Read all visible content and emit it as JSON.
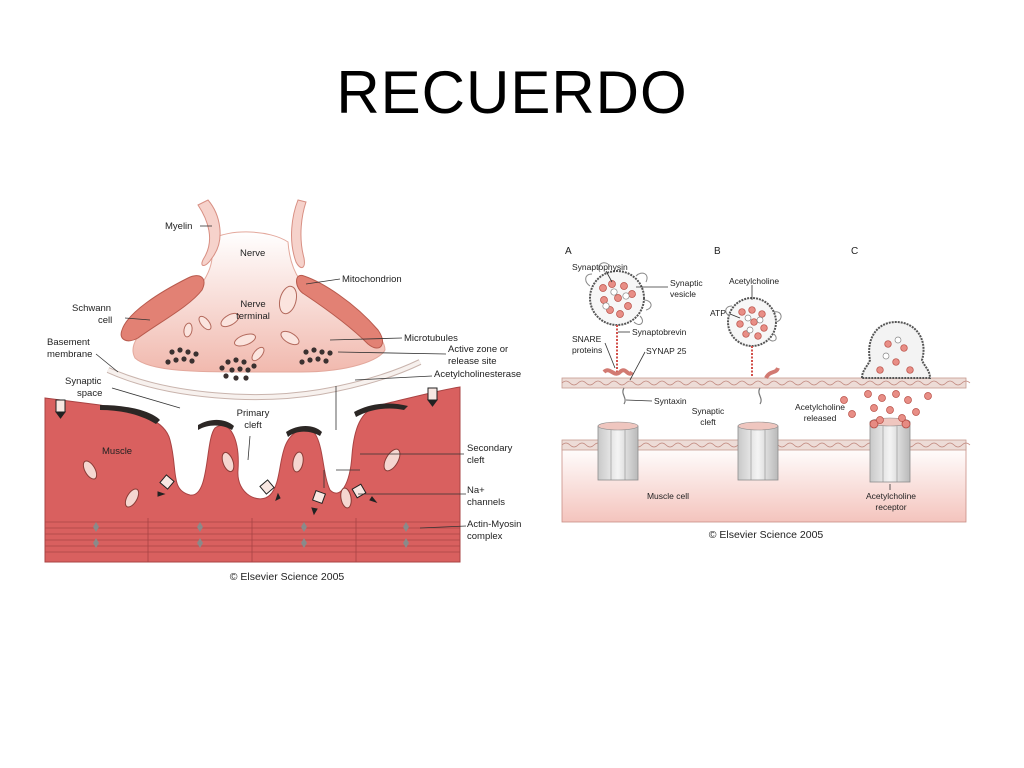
{
  "slide": {
    "title": "RECUERDO"
  },
  "left_figure": {
    "labels": {
      "myelin": "Myelin",
      "nerve": "Nerve",
      "mitochondrion": "Mitochondrion",
      "schwann_line1": "Schwann",
      "schwann_line2": "cell",
      "nerve_terminal_line1": "Nerve",
      "nerve_terminal_line2": "terminal",
      "microtubules": "Microtubules",
      "basement_line1": "Basement",
      "basement_line2": "membrane",
      "active_zone_line1": "Active zone or",
      "active_zone_line2": "release site",
      "synaptic_space_line1": "Synaptic",
      "synaptic_space_line2": "space",
      "acetylcholinesterase": "Acetylcholinesterase",
      "primary_cleft_line1": "Primary",
      "primary_cleft_line2": "cleft",
      "muscle": "Muscle",
      "secondary_cleft_line1": "Secondary",
      "secondary_cleft_line2": "cleft",
      "na_channels_line1": "Na+",
      "na_channels_line2": "channels",
      "actin_myosin_line1": "Actin-Myosin",
      "actin_myosin_line2": "complex"
    },
    "copyright": "© Elsevier Science 2005"
  },
  "right_figure": {
    "panels": {
      "a": "A",
      "b": "B",
      "c": "C"
    },
    "labels": {
      "synaptophysin": "Synaptophysin",
      "synaptic_vesicle_line1": "Synaptic",
      "synaptic_vesicle_line2": "vesicle",
      "acetylcholine": "Acetylcholine",
      "atp": "ATP",
      "synaptobrevin": "Synaptobrevin",
      "snare_line1": "SNARE",
      "snare_line2": "proteins",
      "synap25": "SYNAP 25",
      "syntaxin": "Syntaxin",
      "synaptic_cleft_line1": "Synaptic",
      "synaptic_cleft_line2": "cleft",
      "ach_released_line1": "Acetylcholine",
      "ach_released_line2": "released",
      "muscle_cell": "Muscle cell",
      "ach_receptor_line1": "Acetylcholine",
      "ach_receptor_line2": "receptor"
    },
    "copyright": "© Elsevier Science 2005"
  },
  "colors": {
    "muscle": "#d9605f",
    "nerve_terminal": "#f4c9c0",
    "myelin": "#f2b7ad",
    "membrane_band": "#e9e1dc",
    "muscle_cell_gradient": "#f4cdc8"
  }
}
